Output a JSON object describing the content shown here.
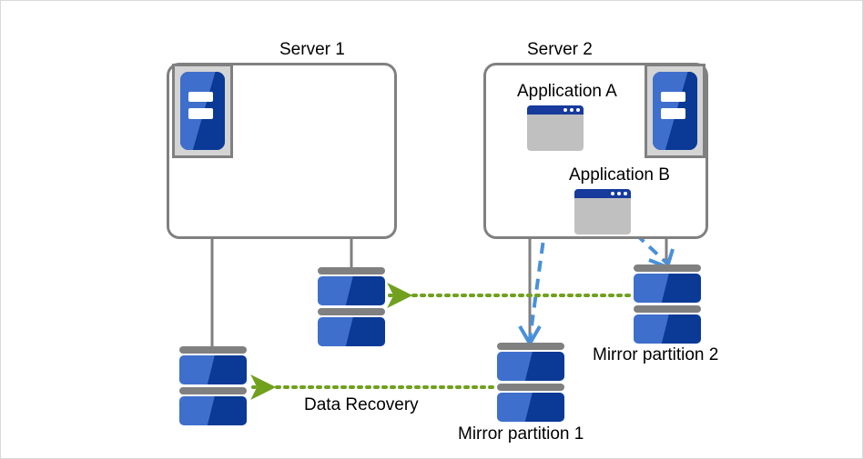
{
  "diagram": {
    "title_server1": "Server 1",
    "title_server2": "Server 2",
    "app_a_label": "Application A",
    "app_b_label": "Application B",
    "mirror1_label": "Mirror partition 1",
    "mirror2_label": "Mirror partition 2",
    "data_recovery_label": "Data Recovery"
  },
  "icons": {
    "server_icon_1": "server-tower-icon",
    "server_icon_2": "server-tower-icon",
    "app_a_icon": "application-window-icon",
    "app_b_icon": "application-window-icon",
    "disk_server1_left": "disk-stack-icon",
    "disk_server1_right": "disk-stack-icon",
    "disk_mirror1": "disk-stack-icon",
    "disk_mirror2": "disk-stack-icon"
  },
  "connectors": {
    "write_a_to_mirror1": "blue-dashed-arrow",
    "write_b_to_mirror2": "blue-dashed-arrow",
    "recovery_mirror2_to_disk": "green-dotted-arrow",
    "recovery_mirror1_to_disk": "green-dotted-arrow",
    "server_link_line": "gray-solid-line"
  },
  "colors": {
    "enclosure_border": "#808080",
    "server_icon_blue_dark": "#0b3a96",
    "server_icon_blue_light": "#3f6fcc",
    "server_icon_frame": "#d4d4d4",
    "app_titlebar": "#173a9c",
    "app_body": "#c0c0c0",
    "disk_cap_gray": "#808080",
    "write_arrow_blue": "#4a90d9",
    "recovery_arrow_green": "#70a01e",
    "page_border": "#d9d9d9",
    "background": "#ffffff",
    "text": "#000000"
  }
}
